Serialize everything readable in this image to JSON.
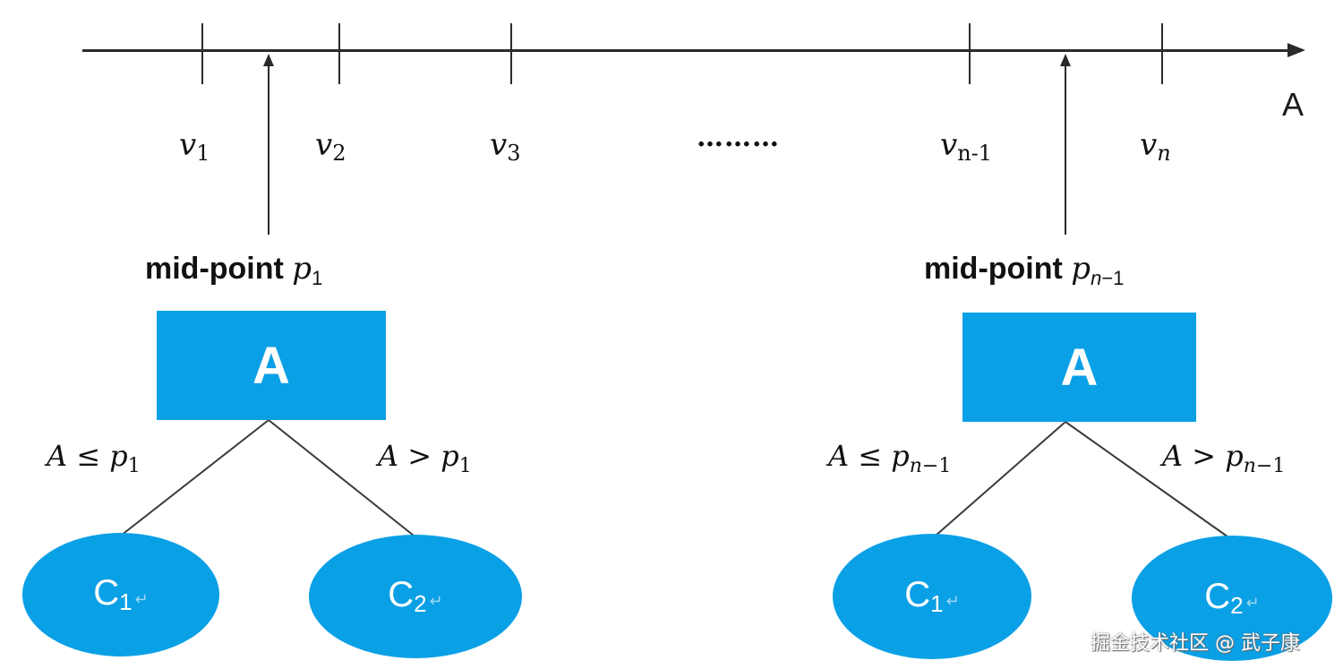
{
  "axis": {
    "label": "A",
    "ticks": [
      {
        "var": "v",
        "sub": "1"
      },
      {
        "var": "v",
        "sub": "2"
      },
      {
        "var": "v",
        "sub": "3"
      },
      {
        "var": "v",
        "sub": "n-1"
      },
      {
        "var": "v",
        "sub": "n"
      }
    ],
    "ellipsis": "………"
  },
  "splits": [
    {
      "midpoint_word": "mid-point",
      "midpoint_var": "p",
      "midpoint_sub": "1",
      "node_label": "A",
      "left_condition": {
        "text": "A ≤ p",
        "sub": "1"
      },
      "right_condition": {
        "text": "A > p",
        "sub": "1"
      },
      "left_leaf": {
        "label": "C",
        "sub": "1",
        "mark": "↵"
      },
      "right_leaf": {
        "label": "C",
        "sub": "2",
        "mark": "↵"
      }
    },
    {
      "midpoint_word": "mid-point",
      "midpoint_var": "p",
      "midpoint_sub_n": "n",
      "midpoint_sub_rest": "−1",
      "node_label": "A",
      "left_condition": {
        "text": "A ≤ p",
        "sub_n": "n",
        "sub_rest": "−1"
      },
      "right_condition": {
        "text": "A > p",
        "sub_n": "n",
        "sub_rest": "−1"
      },
      "left_leaf": {
        "label": "C",
        "sub": "1",
        "mark": "↵"
      },
      "right_leaf": {
        "label": "C",
        "sub": "2",
        "mark": "↵"
      }
    }
  ],
  "watermark": "掘金技术社区 @ 武子康",
  "colors": {
    "node_fill": "#0aa0e6",
    "axis": "#2a2a2a",
    "edge": "#3a3a3a"
  }
}
